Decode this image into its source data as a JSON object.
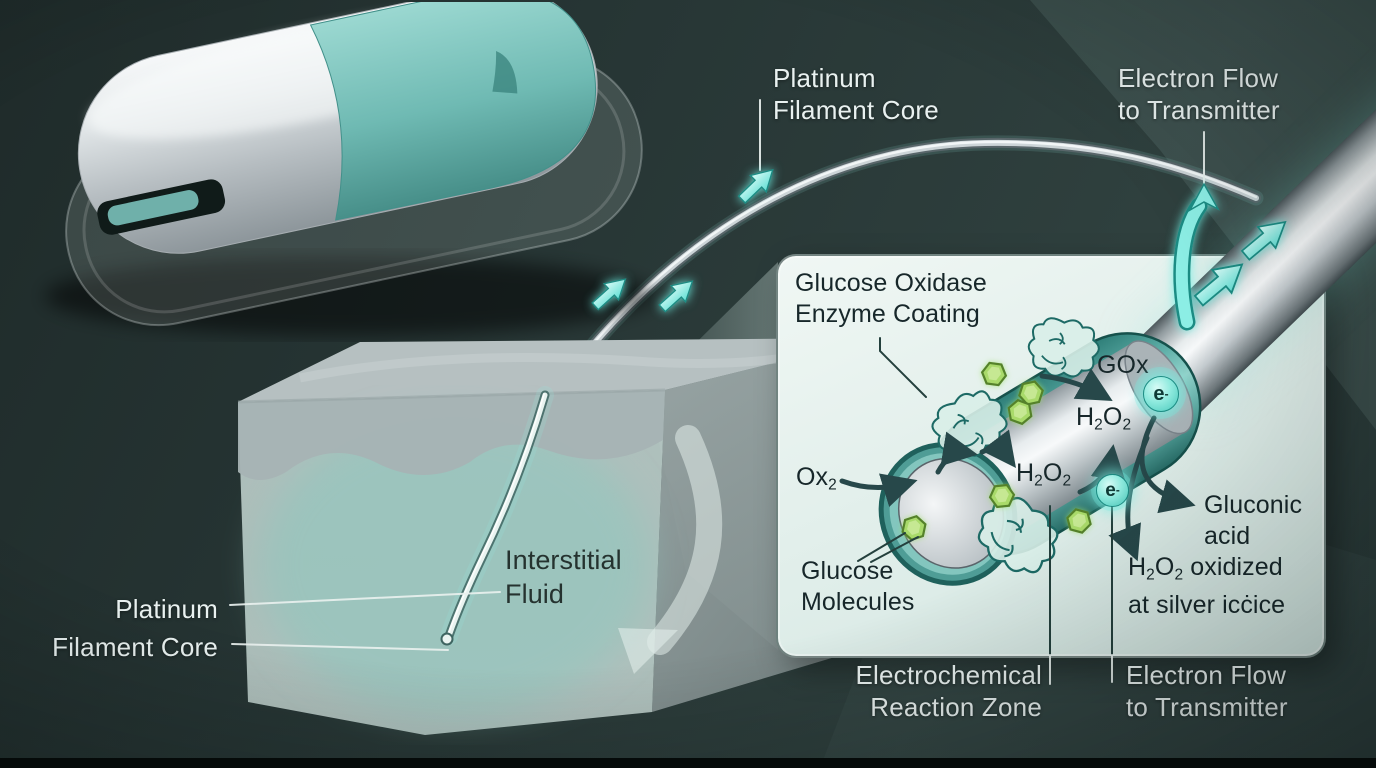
{
  "labels": {
    "platinum_core_top": {
      "line1": "Platinum",
      "line2": "Filament Core"
    },
    "electron_flow_top": {
      "line1": "Electron Flow",
      "line2": "to Transmitter"
    },
    "platinum_core_left": {
      "line1": "Platinum",
      "line2": "Filament Core"
    },
    "interstitial": {
      "line1": "Interstitial",
      "line2": "Fluid"
    },
    "electrochemical": {
      "line1": "Electrochemical",
      "line2": "Reaction Zone"
    },
    "electron_flow_bottom": {
      "line1": "Electron Flow",
      "line2": "to Transmitter"
    }
  },
  "panel": {
    "coating": {
      "line1": "Glucose Oxidase",
      "line2": "Enzyme Coating"
    },
    "gox": "GOx",
    "gluconic": {
      "line1": "Gluconic",
      "line2": "acid"
    },
    "glucose_molecules": {
      "line1": "Glucose",
      "line2": "Molecules"
    },
    "oxidized": {
      "suffix": " oxidized",
      "line2": "at silver icċice"
    }
  },
  "f": {
    "H": "H",
    "O": "O",
    "s2": "2",
    "Ox": "Ox",
    "e": "e",
    "minus": "-"
  },
  "icons": {
    "flow_arrow": "teal-glow-arrow",
    "electron_badge": "electron-circle",
    "glucose_hexagon": "green-hexagon",
    "enzyme_blob": "enzyme-protein-squiggle"
  },
  "colors": {
    "background": "#283736",
    "panel_bg": "#e4f1ed",
    "accent_teal": "#5fded3",
    "coating_teal": "#5fafa8",
    "enzyme_green": "#a9da6b",
    "arrow_dark": "#27484a",
    "metal_silver": "#c6cdd1",
    "text_light": "#e9f1f0",
    "text_dark": "#17272a"
  }
}
